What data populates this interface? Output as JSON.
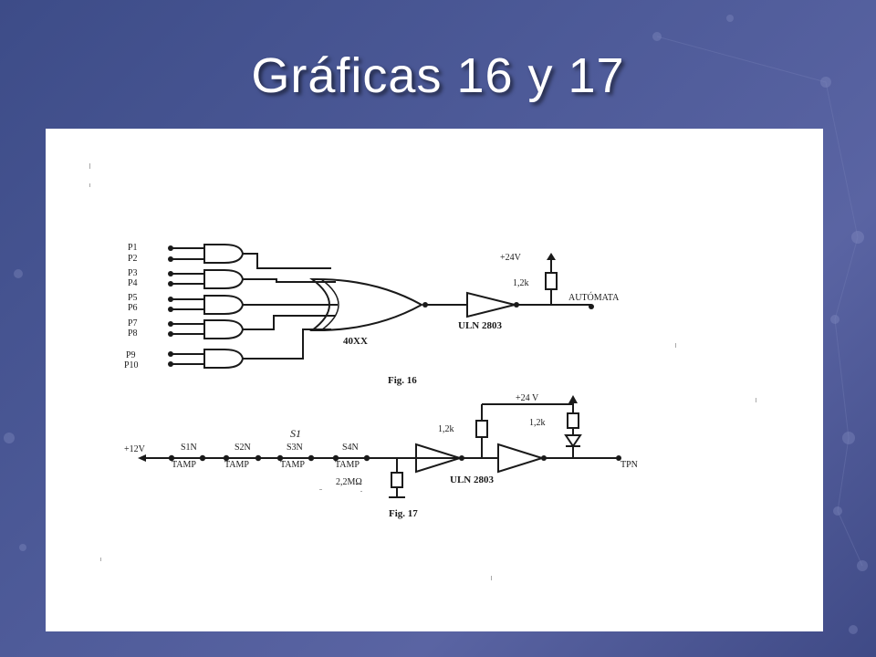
{
  "slide": {
    "title": "Gráficas 16 y 17"
  },
  "fig16": {
    "caption": "Fig. 16",
    "inputs": [
      "P1",
      "P2",
      "P3",
      "P4",
      "P5",
      "P6",
      "P7",
      "P8",
      "P9",
      "P10"
    ],
    "or_gate_label": "40XX",
    "driver_label": "ULN 2803",
    "supply_label": "+24V",
    "resistor_label": "1,2k",
    "output_label": "AUTÓMATA"
  },
  "fig17": {
    "caption": "Fig. 17",
    "supply_left": "+12V",
    "switches": [
      {
        "name": "S1N",
        "type": "TAMP"
      },
      {
        "name": "S2N",
        "type": "TAMP"
      },
      {
        "name": "S3N",
        "type": "TAMP"
      },
      {
        "name": "S4N",
        "type": "TAMP"
      }
    ],
    "handwritten_note": "S1",
    "pulldown_label": "2,2MΩ",
    "driver_label": "ULN 2803",
    "supply_label": "+24 V",
    "resistor1_label": "1,2k",
    "resistor2_label": "1,2k",
    "output_label": "TPN"
  }
}
